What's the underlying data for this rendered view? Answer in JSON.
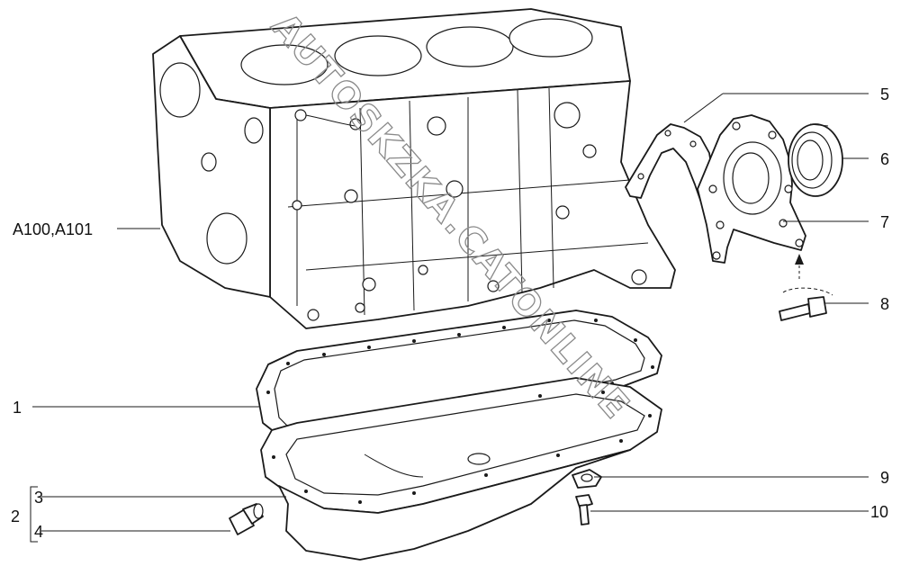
{
  "watermark": "AUTOSKZKA.CATONLINE",
  "callouts": {
    "c5": "5",
    "c6": "6",
    "c7": "7",
    "c8": "8",
    "block": "A100,A101",
    "c1": "1",
    "c2": "2",
    "c3": "3",
    "c4": "4",
    "c9": "9",
    "c10": "10"
  },
  "colors": {
    "line": "#1a1a1a",
    "watermark": "#8a8a8a",
    "background": "#ffffff"
  }
}
